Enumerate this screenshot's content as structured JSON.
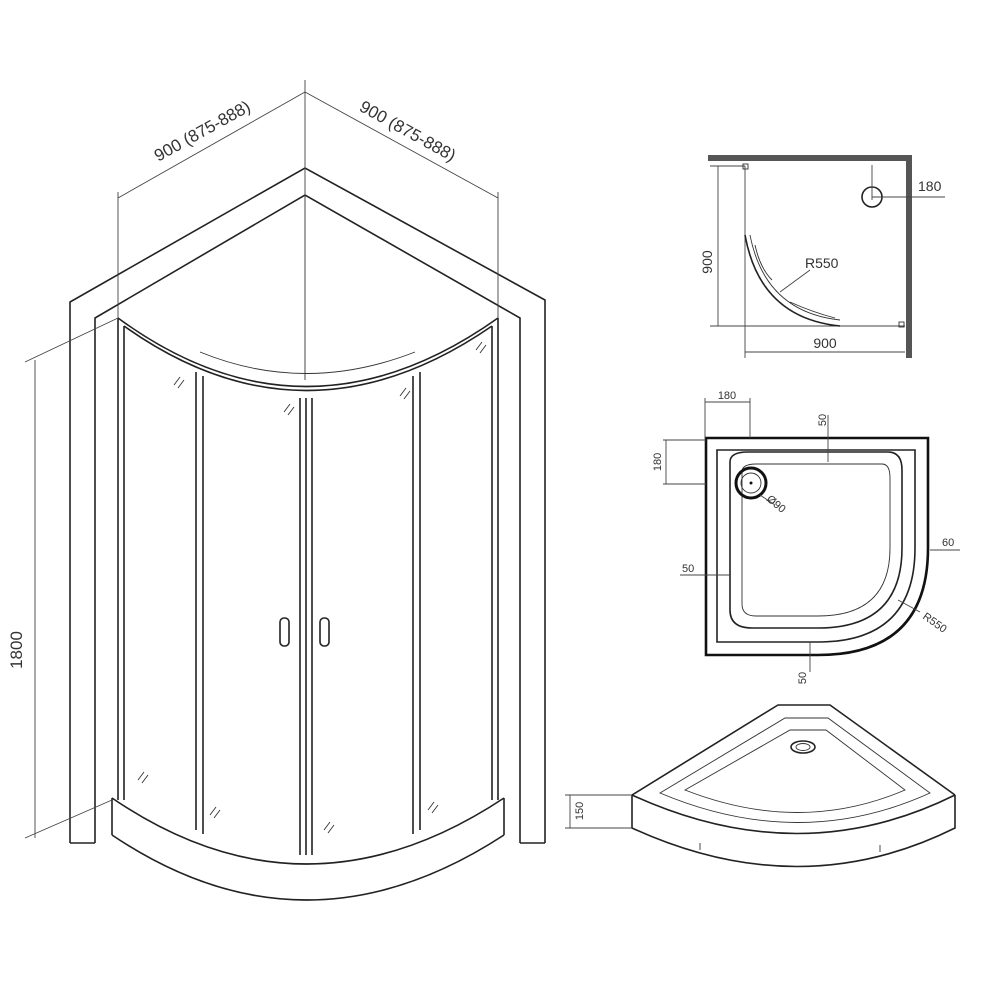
{
  "enclosure": {
    "width_left_label": "900 (875-888)",
    "width_right_label": "900 (875-888)",
    "height_label": "1800"
  },
  "top_plan": {
    "depth_label": "900",
    "width_label": "900",
    "radius_label": "R550",
    "drain_offset_label": "180"
  },
  "tray_plan": {
    "drain_x_label": "180",
    "drain_y_label": "180",
    "rim_top_label": "50",
    "rim_left_label": "50",
    "rim_bottom_label": "50",
    "rim_curve_label": "60",
    "radius_label": "R550",
    "drain_diameter_label": "Ø90"
  },
  "tray_3d": {
    "height_label": "150"
  }
}
